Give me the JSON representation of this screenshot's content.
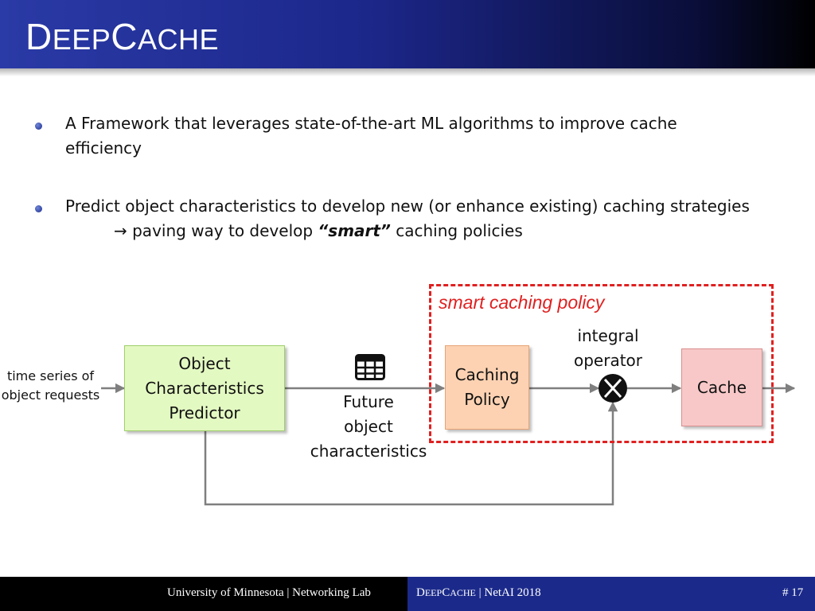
{
  "slide": {
    "title_d": "D",
    "title_eep": "EEP",
    "title_c": "C",
    "title_ache": "ACHE"
  },
  "bullets": {
    "b1_line1": "A Framework that leverages state-of-the-art ML algorithms to improve cache",
    "b1_line2": "efficiency",
    "b2_line1": "Predict object characteristics to develop new (or enhance existing) caching strategies",
    "b2_line2_pre": "→ paving way to develop ",
    "b2_line2_smart": "“smart”",
    "b2_line2_post": " caching policies"
  },
  "diagram": {
    "input_line1": "time series of",
    "input_line2": "object requests",
    "predictor_line1": "Object",
    "predictor_line2": "Characteristics",
    "predictor_line3": "Predictor",
    "future_line1": "Future",
    "future_line2": "object",
    "future_line3": "characteristics",
    "table_icon": "table-grid-icon",
    "policy_region_label": "smart caching policy",
    "caching_line1": "Caching",
    "caching_line2": "Policy",
    "operator_line1": "integral",
    "operator_line2": "operator",
    "operator_icon": "circled-x-icon",
    "cache_label": "Cache",
    "colors": {
      "predictor_fill": "#e3f9c2",
      "caching_fill": "#fcd2b2",
      "cache_fill": "#f8c8c8",
      "dashed_border": "#e02020",
      "region_label": "#e02020",
      "arrow": "#7f7f7f"
    }
  },
  "footer": {
    "left": "University of Minnesota | Networking Lab",
    "right_d": "D",
    "right_eep": "EEP",
    "right_c": "C",
    "right_ache": "ACHE",
    "right_rest": " | NetAI 2018",
    "page": "# 17"
  }
}
